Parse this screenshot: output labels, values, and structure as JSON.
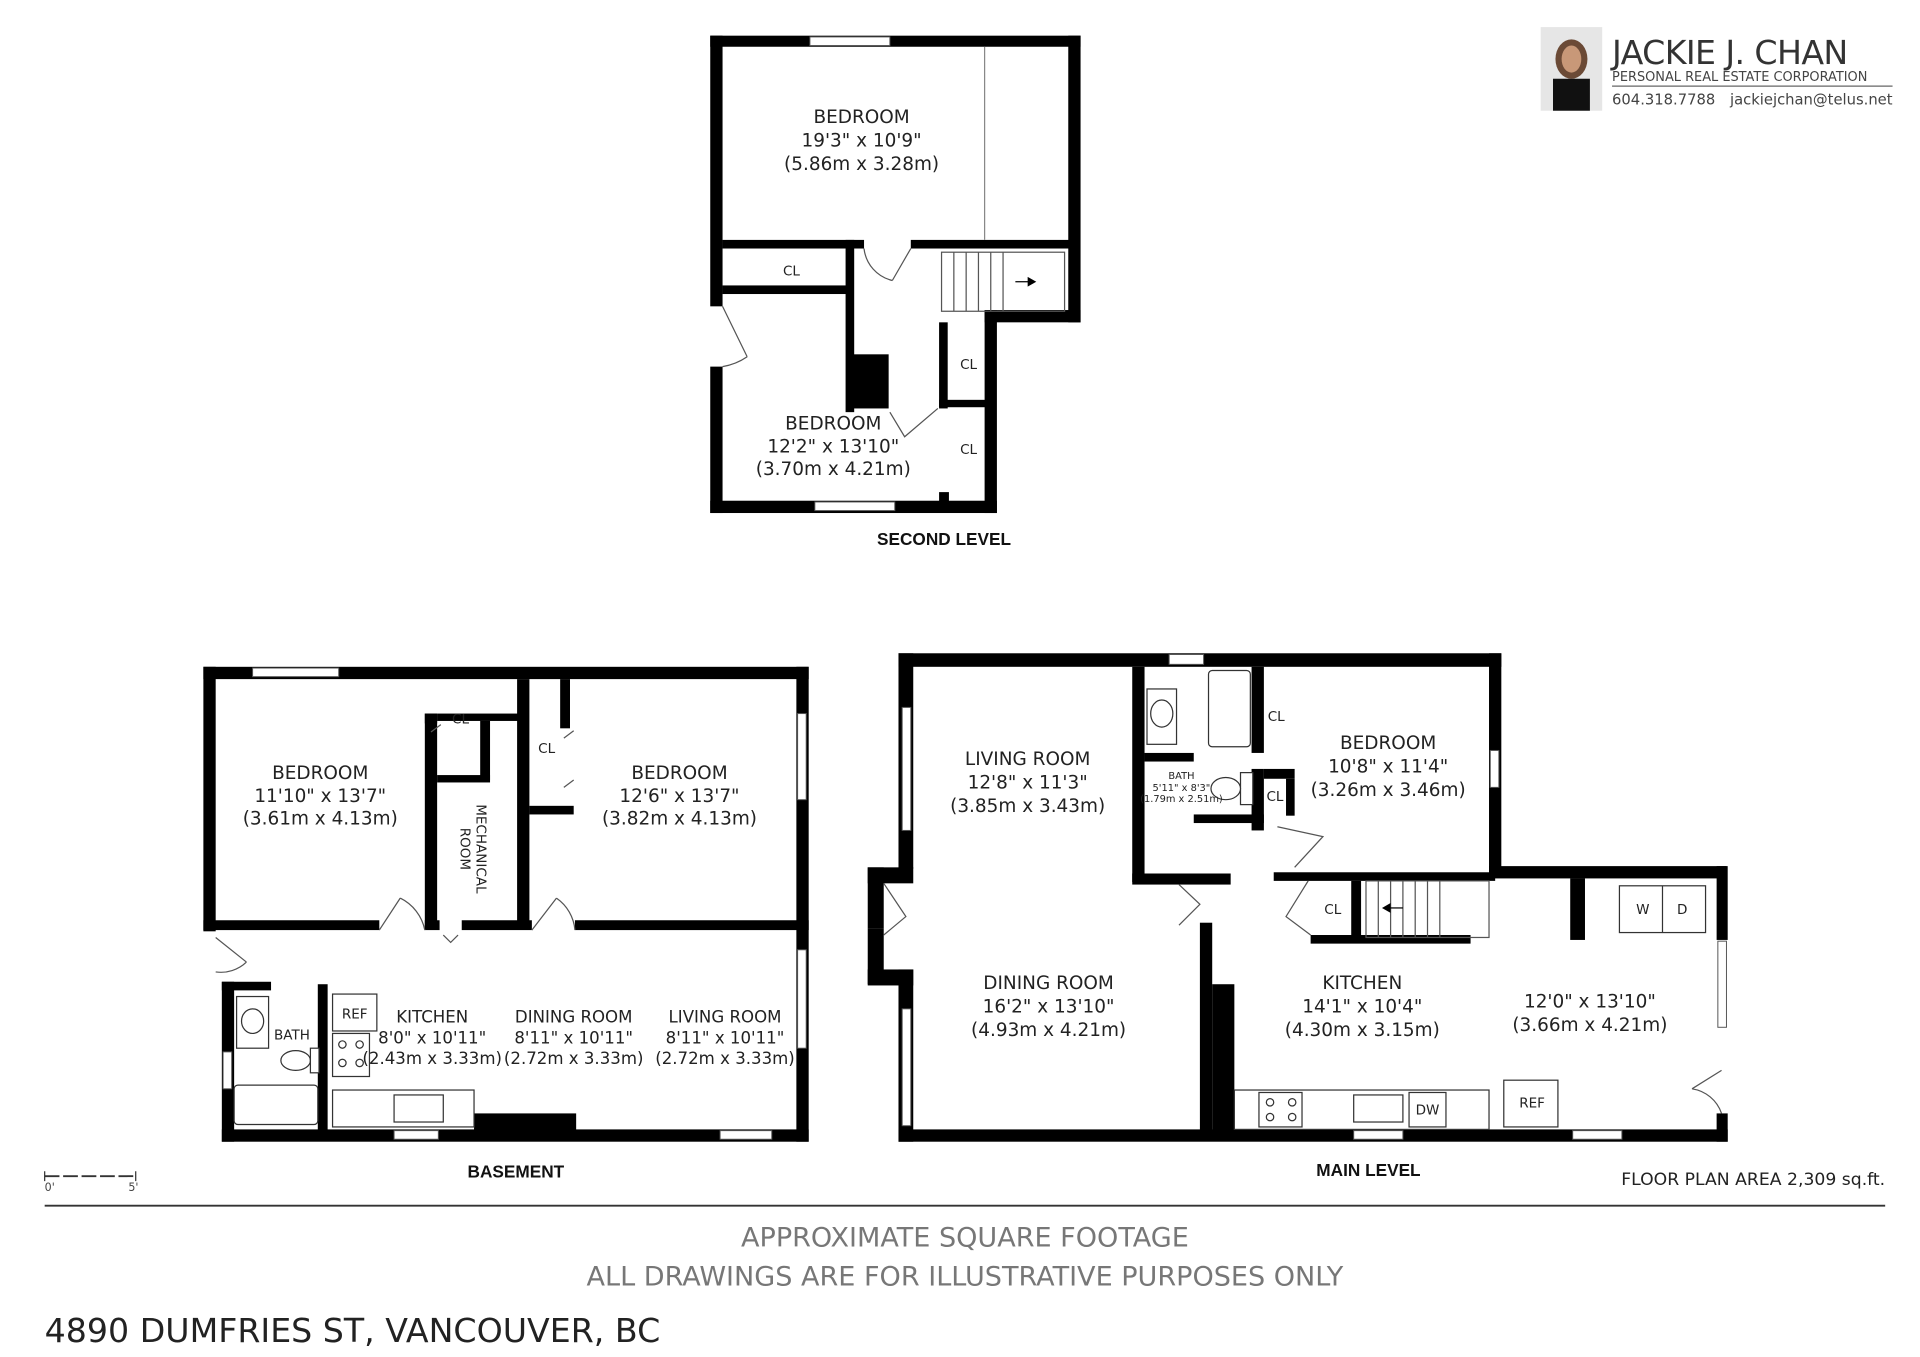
{
  "agent": {
    "name": "JACKIE J. CHAN",
    "company": "PERSONAL REAL ESTATE CORPORATION",
    "phone": "604.318.7788",
    "email": "jackiejchan@telus.net"
  },
  "second_level": {
    "label": "SECOND LEVEL",
    "rooms": [
      {
        "name": "BEDROOM",
        "imperial": "19'3\" x 10'9\"",
        "metric": "(5.86m x 3.28m)"
      },
      {
        "name": "BEDROOM",
        "imperial": "12'2\" x 13'10\"",
        "metric": "(3.70m x 4.21m)"
      }
    ],
    "closets": [
      "CL",
      "CL",
      "CL"
    ]
  },
  "basement": {
    "label": "BASEMENT",
    "rooms": [
      {
        "name": "BEDROOM",
        "imperial": "11'10\" x 13'7\"",
        "metric": "(3.61m x 4.13m)"
      },
      {
        "name": "BEDROOM",
        "imperial": "12'6\" x 13'7\"",
        "metric": "(3.82m x 4.13m)"
      },
      {
        "name": "KITCHEN",
        "imperial": "8'0\" x 10'11\"",
        "metric": "(2.43m x 3.33m)"
      },
      {
        "name": "DINING ROOM",
        "imperial": "8'11\" x 10'11\"",
        "metric": "(2.72m x 3.33m)"
      },
      {
        "name": "LIVING ROOM",
        "imperial": "8'11\" x 10'11\"",
        "metric": "(2.72m x 3.33m)"
      }
    ],
    "mechanical": [
      "MECHANICAL",
      "ROOM"
    ],
    "bath": "BATH",
    "ref": "REF",
    "closets": [
      "CL",
      "CL"
    ]
  },
  "main_level": {
    "label": "MAIN LEVEL",
    "rooms": [
      {
        "name": "LIVING ROOM",
        "imperial": "12'8\" x 11'3\"",
        "metric": "(3.85m x 3.43m)"
      },
      {
        "name": "DINING ROOM",
        "imperial": "16'2\" x 13'10\"",
        "metric": "(4.93m x 4.21m)"
      },
      {
        "name": "BEDROOM",
        "imperial": "10'8\" x 11'4\"",
        "metric": "(3.26m x 3.46m)"
      },
      {
        "name": "KITCHEN",
        "imperial": "14'1\" x 10'4\"",
        "metric": "(4.30m x 3.15m)"
      },
      {
        "name": "",
        "imperial": "12'0\" x 13'10\"",
        "metric": "(3.66m x 4.21m)"
      }
    ],
    "bath": {
      "name": "BATH",
      "imperial": "5'11\" x 8'3\"",
      "metric": "(1.79m x 2.51m)"
    },
    "closets": [
      "CL",
      "CL",
      "CL"
    ],
    "appliances": {
      "washer": "W",
      "dryer": "D",
      "dishwasher": "DW",
      "ref": "REF"
    }
  },
  "scale": {
    "start": "0'",
    "end": "5'"
  },
  "floor_area": "FLOOR PLAN AREA 2,309 sq.ft.",
  "disclaimer": [
    "APPROXIMATE SQUARE FOOTAGE",
    "ALL DRAWINGS ARE FOR ILLUSTRATIVE PURPOSES ONLY"
  ],
  "address": "4890 DUMFRIES ST, VANCOUVER, BC"
}
